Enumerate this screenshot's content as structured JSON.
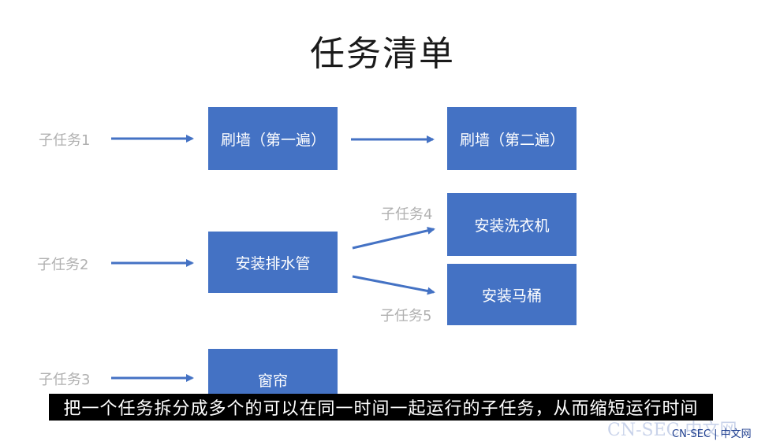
{
  "title": "任务清单",
  "boxes": {
    "wall_first": "刷墙（第一遍）",
    "wall_second": "刷墙（第二遍）",
    "drain_pipe": "安装排水管",
    "washing_machine": "安装洗衣机",
    "toilet": "安装马桶",
    "curtain": "窗帘"
  },
  "labels": {
    "subtask1": "子任务1",
    "subtask2": "子任务2",
    "subtask3": "子任务3",
    "subtask4": "子任务4",
    "subtask5": "子任务5"
  },
  "subtitle": "把一个任务拆分成多个的可以在同一时间一起运行的子任务，从而缩短运行时间",
  "watermark": {
    "faint": "CN-SEC 中文网",
    "text": "CN-SEC | 中文网"
  },
  "colors": {
    "box": "#4472c4",
    "arrow": "#4472c4",
    "label": "#b0b0b0"
  }
}
